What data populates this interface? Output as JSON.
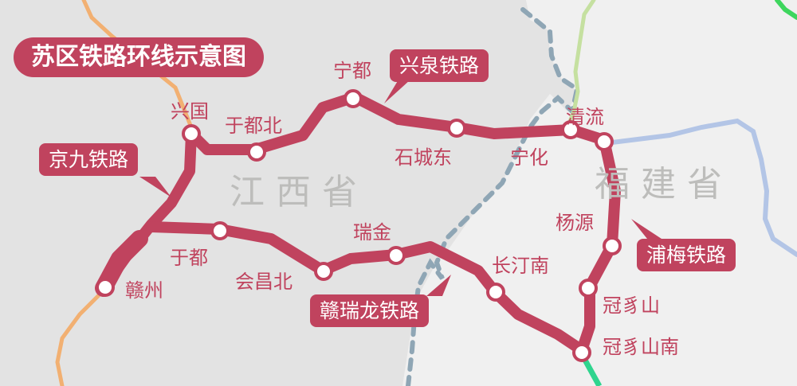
{
  "title": "苏区铁路环线示意图",
  "colors": {
    "railway": "#c0435e",
    "jiangxi_region": "#e3e3e3",
    "other_region": "#f0f0f0",
    "border_dash": "#8fa6b5",
    "province_label": "#bdbdbb",
    "orange_line": "#f2b072",
    "light_green_line": "#c5e0a0",
    "green_line": "#3ed65e",
    "teal_green_line": "#2fd48e",
    "blue_river": "#b3c5e6"
  },
  "provinces": [
    {
      "name": "江西省"
    },
    {
      "name": "福建省"
    }
  ],
  "railway_lines": [
    {
      "name": "京九铁路"
    },
    {
      "name": "兴泉铁路"
    },
    {
      "name": "赣瑞龙铁路"
    },
    {
      "name": "浦梅铁路"
    }
  ],
  "stations": [
    {
      "name": "兴国"
    },
    {
      "name": "于都北"
    },
    {
      "name": "宁都"
    },
    {
      "name": "石城东"
    },
    {
      "name": "宁化"
    },
    {
      "name": "清流"
    },
    {
      "name": "杨源"
    },
    {
      "name": "冠豸山"
    },
    {
      "name": "冠豸山南"
    },
    {
      "name": "长汀南"
    },
    {
      "name": "瑞金"
    },
    {
      "name": "会昌北"
    },
    {
      "name": "于都"
    },
    {
      "name": "赣州"
    }
  ]
}
